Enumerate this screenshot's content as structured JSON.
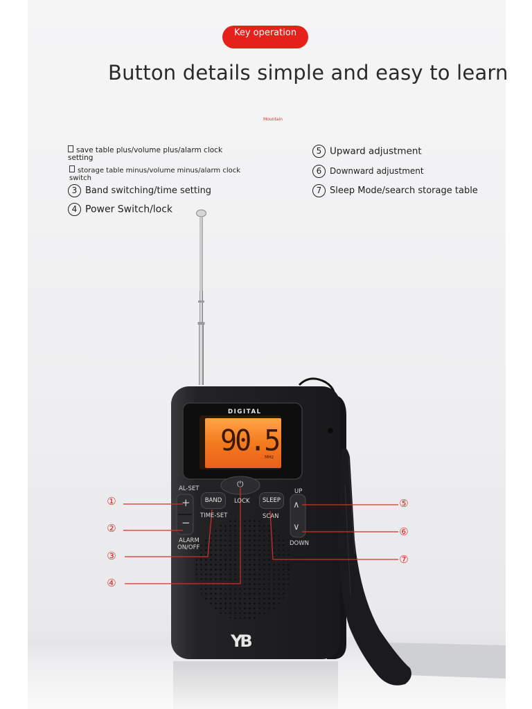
{
  "header": {
    "badge": "Key operation",
    "title": "Button details simple and easy to learn",
    "brand": "Mountain"
  },
  "legend": [
    {
      "id": "1",
      "marker": "box",
      "text": "save table plus/volume plus/alarm clock setting"
    },
    {
      "id": "2",
      "marker": "box",
      "text": "storage table minus/volume minus/alarm clock switch"
    },
    {
      "id": "3",
      "marker": "③",
      "text": "Band switching/time setting"
    },
    {
      "id": "4",
      "marker": "④",
      "text": "Power Switch/lock"
    },
    {
      "id": "5",
      "marker": "⑤",
      "text": "Upward adjustment"
    },
    {
      "id": "6",
      "marker": "⑥",
      "text": "Downward adjustment"
    },
    {
      "id": "7",
      "marker": "⑦",
      "text": "Sleep Mode/search storage table"
    }
  ],
  "callouts": [
    "①",
    "②",
    "③",
    "④",
    "⑤",
    "⑥",
    "⑦"
  ],
  "device": {
    "brand_label": "DIGITAL",
    "display_value": "90.5",
    "display_unit": "MHz",
    "buttons": {
      "al_set": "AL-SET",
      "plus": "+",
      "minus": "−",
      "alarm": "ALARM",
      "on_off": "ON/OFF",
      "band": "BAND",
      "time_set": "TIME-SET",
      "power": "⏻",
      "lock": "LOCK",
      "sleep": "SLEEP",
      "scan": "SCAN",
      "up": "UP",
      "down": "DOWN",
      "up_glyph": "∧",
      "down_glyph": "∨"
    },
    "logo": "YB"
  },
  "colors": {
    "accent_red": "#e6201b",
    "callout_red": "#d5302a",
    "lcd_orange": "#f47a1f",
    "device_body": "#1f1f21"
  }
}
